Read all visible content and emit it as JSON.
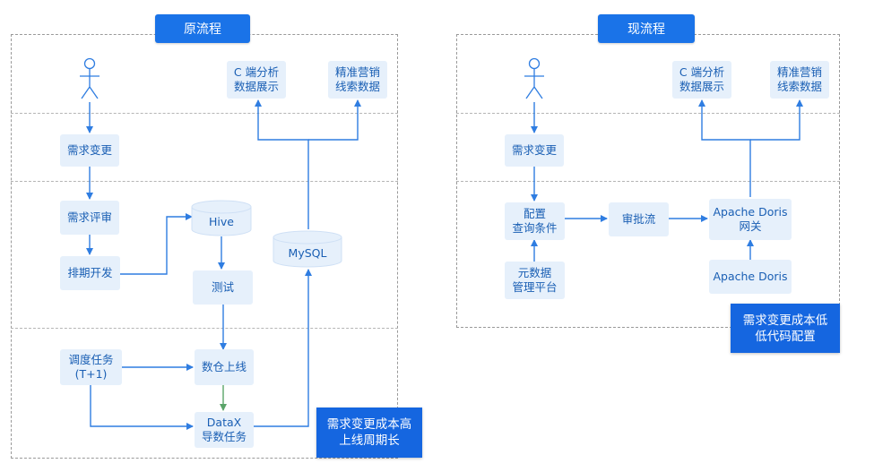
{
  "colors": {
    "accent": "#1a73e8",
    "node_fill": "#e6f0fb",
    "node_text": "#1a5fb4",
    "arrow": "#2f7de1",
    "green_arrow": "#5aa469"
  },
  "left": {
    "title": "原流程",
    "user_icon": "person-stick-icon",
    "nodes": {
      "demand_change": "需求变更",
      "demand_review": "需求评审",
      "schedule_dev": "排期开发",
      "hive": "Hive",
      "test": "测试",
      "dw_online": "数仓上线",
      "sched_task": "调度任务\n(T+1)",
      "datax": "DataX\n导数任务",
      "mysql": "MySQL",
      "c_analysis": "C 端分析\n数据展示",
      "precise_marketing": "精准营销\n线索数据"
    },
    "note": "需求变更成本高\n上线周期长"
  },
  "right": {
    "title": "现流程",
    "user_icon": "person-stick-icon",
    "nodes": {
      "demand_change": "需求变更",
      "config_query": "配置\n查询条件",
      "approval": "审批流",
      "gateway": "Apache Doris\n网关",
      "metadata": "元数据\n管理平台",
      "doris": "Apache Doris",
      "c_analysis": "C 端分析\n数据展示",
      "precise_marketing": "精准营销\n线索数据"
    },
    "note": "需求变更成本低\n低代码配置"
  }
}
